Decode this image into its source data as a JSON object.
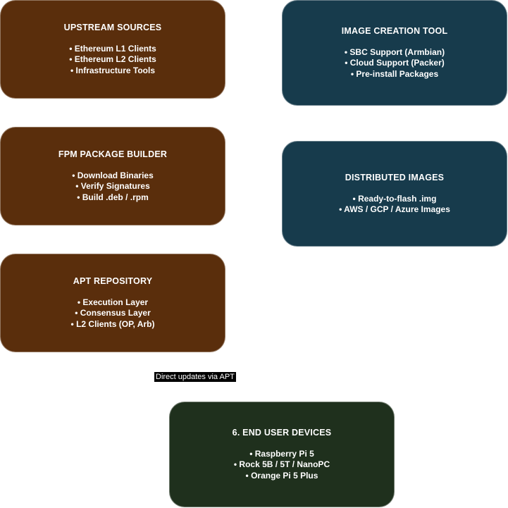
{
  "colors": {
    "brown": "#5a2e0c",
    "teal": "#173b4c",
    "green": "#1f301d",
    "text": "#ffffff",
    "edge_label_bg": "#000000"
  },
  "nodes": {
    "upstream": {
      "title": "UPSTREAM SOURCES",
      "items": [
        "• Ethereum L1 Clients",
        "• Ethereum L2 Clients",
        "• Infrastructure Tools"
      ]
    },
    "fpm": {
      "title": "FPM PACKAGE BUILDER",
      "items": [
        "• Download Binaries",
        "• Verify Signatures",
        "• Build .deb / .rpm"
      ]
    },
    "apt": {
      "title": "APT REPOSITORY",
      "items": [
        "• Execution Layer",
        "• Consensus Layer",
        "• L2 Clients (OP, Arb)"
      ]
    },
    "image_tool": {
      "title": "IMAGE CREATION TOOL",
      "items": [
        "• SBC Support (Armbian)",
        "• Cloud Support (Packer)",
        "• Pre-install Packages"
      ]
    },
    "distributed": {
      "title": "DISTRIBUTED IMAGES",
      "items": [
        "• Ready-to-flash .img",
        "• AWS / GCP / Azure Images"
      ]
    },
    "end_user": {
      "title": "6. END USER DEVICES",
      "items": [
        "• Raspberry Pi 5",
        "• Rock 5B / 5T / NanoPC",
        "• Orange Pi 5 Plus"
      ]
    }
  },
  "edges": {
    "apt_to_end_label": "Direct updates via APT"
  }
}
